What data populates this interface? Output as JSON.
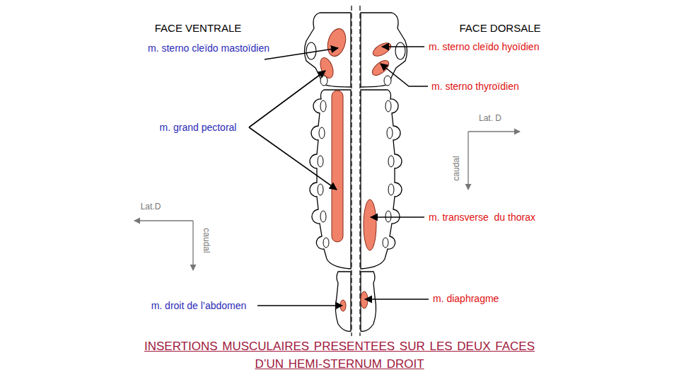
{
  "diagram": {
    "caption": "INSERTIONS MUSCULAIRES PRESENTEES SUR LES DEUX FACES D’UN HEMI-STERNUM DROIT",
    "labels": [
      "FACE VENTRALE",
      "FACE DORSALE",
      "m. sterno cleïdo mastoïdien",
      "m. sterno cleïdo hyoïdien",
      "m. sterno thyroïdien",
      "m. grand pectoral",
      "Lat. D",
      "caudal",
      "m. transverse  du thorax",
      "Lat.D",
      "caudal",
      "m. droit de l’abdomen",
      "m. diaphragme"
    ]
  }
}
